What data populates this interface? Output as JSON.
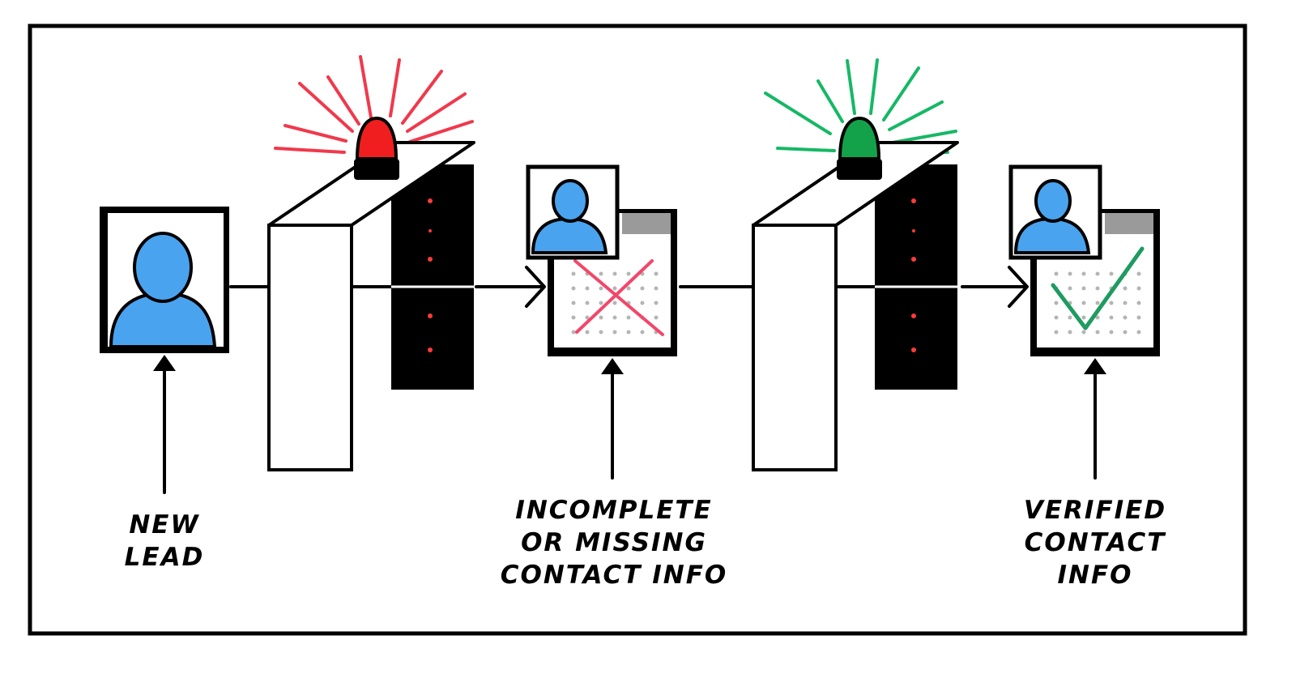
{
  "colors": {
    "ink": "#000000",
    "person_blue": "#4aa3ee",
    "alarm_red": "#f0394c",
    "alarm_green": "#16b865",
    "dot_red": "#ff3b3b",
    "cross_red": "#f2476a",
    "check_green": "#1f9b60",
    "tab_gray": "#9a9a9a",
    "dot_gray": "#b5b5b5"
  },
  "icons": {
    "new_lead_card": "person-card-icon",
    "incomplete_card": "contact-card-cross-icon",
    "verified_card": "contact-card-check-icon",
    "gate_alert": "red-siren-icon",
    "gate_pass": "green-siren-icon"
  },
  "labels": {
    "new_lead": [
      "NEW",
      "LEAD"
    ],
    "incomplete": [
      "INCOMPLETE",
      "OR MISSING",
      "CONTACT INFO"
    ],
    "verified": [
      "VERIFIED",
      "CONTACT",
      "INFO"
    ]
  }
}
